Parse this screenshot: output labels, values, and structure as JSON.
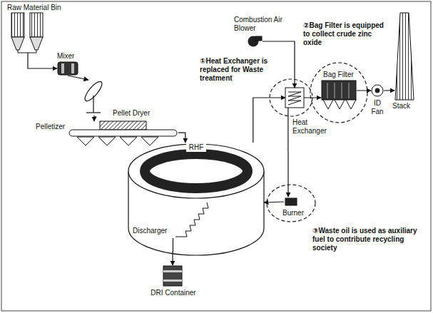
{
  "diagram": {
    "nodes": [
      {
        "text": [
          "Raw Material Bin"
        ]
      },
      {
        "text": [
          "Mixer"
        ]
      },
      {
        "text": [
          "Pelletizer"
        ]
      },
      {
        "text": [
          "Pellet Dryer"
        ]
      },
      {
        "text": [
          "RHF"
        ]
      },
      {
        "text": [
          "Discharger"
        ]
      },
      {
        "text": [
          "DRI Container"
        ]
      },
      {
        "text": [
          "Combustion Air Blower"
        ]
      },
      {
        "text": [
          "Heat Exchanger"
        ]
      },
      {
        "text": [
          "Bag Filter"
        ]
      },
      {
        "text": [
          "ID Fan"
        ]
      },
      {
        "text": [
          "Stack"
        ]
      },
      {
        "text": [
          "Burner"
        ]
      }
    ],
    "edges": [
      {
        "from": 0,
        "to": 1,
        "arrow": "to"
      },
      {
        "from": 1,
        "to": 2,
        "arrow": "to"
      },
      {
        "from": 2,
        "to": 3,
        "arrow": "to"
      },
      {
        "from": 3,
        "to": 4,
        "arrow": "to"
      },
      {
        "from": 4,
        "to": 8,
        "arrow": "to"
      },
      {
        "from": 7,
        "to": 8,
        "arrow": "to"
      },
      {
        "from": 8,
        "to": 9,
        "arrow": "to"
      },
      {
        "from": 9,
        "to": 10,
        "arrow": "to"
      },
      {
        "from": 10,
        "to": 11,
        "arrow": "to"
      },
      {
        "from": 8,
        "to": 12,
        "arrow": "to"
      },
      {
        "from": 12,
        "to": 4,
        "arrow": "to"
      },
      {
        "from": 5,
        "to": 6,
        "arrow": "to"
      }
    ],
    "labels": [
      "①Heat Exchanger is replaced for Waste treatment",
      "②Bag Filter is equipped to collect crude zinc oxide",
      "③Waste oil is used as auxiliary fuel to contribute recycling society"
    ]
  }
}
